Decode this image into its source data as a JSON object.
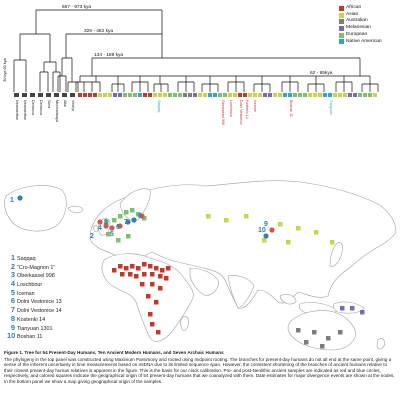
{
  "colors": {
    "african": "#c0392b",
    "asian": "#c9d44a",
    "australian": "#7d7d7d",
    "melanesian": "#7b68b5",
    "european": "#7fc06d",
    "native_american": "#2fa6c9",
    "site_number": "#2f7fb0",
    "ocean": "#ffffff",
    "land_border": "#9a9a9a"
  },
  "tree": {
    "node_labels": [
      "657 - 973 kya",
      "326 - 482 kya",
      "134 - 188 kya",
      "62 - 95kya"
    ],
    "axis_label": "30 kya  60 kya",
    "archaic_labels": [
      "Neanderthal",
      "Neanderthal",
      "Denisova",
      "Denisova",
      "Sima",
      "Mezmaiskaya",
      "Altai",
      "Vindija"
    ],
    "ancient_labels": [
      {
        "text": "Saqqaq",
        "color_key": "native_american"
      },
      {
        "text": "Oberkassel 998",
        "color_key": "african"
      },
      {
        "text": "Loschbour",
        "color_key": "african"
      },
      {
        "text": "Dolni Vestonice",
        "color_key": "african"
      },
      {
        "text": "Kostenki 14",
        "color_key": "african"
      },
      {
        "text": "Iceman",
        "color_key": "african"
      },
      {
        "text": "Boshan 11",
        "color_key": "african"
      },
      {
        "text": "Tianyuan",
        "color_key": "native_american"
      }
    ]
  },
  "legend": [
    {
      "label": "African",
      "color_key": "african"
    },
    {
      "label": "Asian",
      "color_key": "asian"
    },
    {
      "label": "Australian",
      "color_key": "australian"
    },
    {
      "label": "Melanesian",
      "color_key": "melanesian"
    },
    {
      "label": "European",
      "color_key": "european"
    },
    {
      "label": "Native American",
      "color_key": "native_american"
    }
  ],
  "map_numbers": [
    "1",
    "2",
    "3",
    "4",
    "5",
    "6",
    "7",
    "8",
    "9",
    "10"
  ],
  "sites": [
    {
      "num": "1",
      "name": "Saqqaq"
    },
    {
      "num": "2",
      "name": "\"Cro-Magnon 1\""
    },
    {
      "num": "3",
      "name": "Oberkassel 998"
    },
    {
      "num": "4",
      "name": "Loschbour"
    },
    {
      "num": "5",
      "name": "Iceman"
    },
    {
      "num": "6",
      "name": "Dolni Vestonice 13"
    },
    {
      "num": "7",
      "name": "Dolni Vestonice 14"
    },
    {
      "num": "8",
      "name": "Kostenki 14"
    },
    {
      "num": "9",
      "name": "Tianyuan 1301"
    },
    {
      "num": "10",
      "name": "Boshan 11"
    }
  ],
  "caption": {
    "title": "Figure 1.  Tree for 54 Present-Day Humans, Ten Ancient Modern Humans, and Seven Archaic Humans",
    "body": "The phylogeny in the top panel was constructed using Maximum Parsimony and rooted using midpoint rooting. The branches for present-day humans do not all end at the same point, giving a sense of the inherent uncertainty in time measurements based on mtDNA due to its limited sequence span. However, the consistent shortening of the branches of ancient humans relative to their closest present-day human relatives is apparent in the figure. This is the basis for our clock calibration. Pre- and post-Neolithic ancient samples are indicated as red and blue circles, respectively, and colored squares indicate the geographical origin of 54 present-day humans that we coanalyzed with them. Date estimates for major divergence events are shown at the nodes. In the bottom panel we show a map giving geographical origin of the samples."
  }
}
